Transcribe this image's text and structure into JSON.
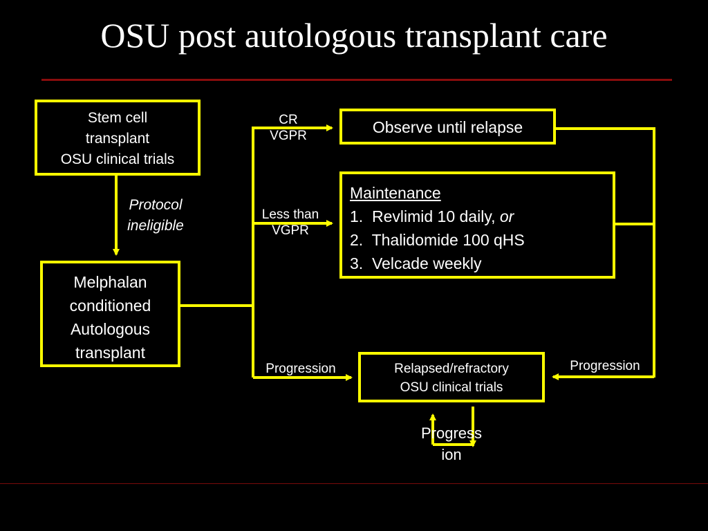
{
  "title": "OSU post autologous transplant care",
  "boxes": {
    "stem_cell": [
      "Stem cell",
      "transplant",
      "OSU clinical trials"
    ],
    "melphalan": [
      "Melphalan",
      "conditioned",
      "Autologous",
      "transplant"
    ],
    "observe": "Observe until relapse",
    "maintenance": {
      "heading": "Maintenance",
      "items": [
        {
          "num": "1.",
          "text": "Revlimid 10 daily, ",
          "italic": "or"
        },
        {
          "num": "2.",
          "text": "Thalidomide 100 qHS"
        },
        {
          "num": "3.",
          "text": "Velcade weekly"
        }
      ]
    },
    "relapsed": [
      "Relapsed/refractory",
      "OSU clinical trials"
    ]
  },
  "labels": {
    "protocol_ineligible": [
      "Protocol",
      "ineligible"
    ],
    "cr_vgpr": [
      "CR",
      "VGPR"
    ],
    "less_than_vgpr": [
      "Less than",
      "VGPR"
    ],
    "progression_left": "Progression",
    "progression_right": "Progression",
    "progression_bottom": [
      "Progress",
      "ion"
    ]
  },
  "colors": {
    "accent": "#ffff00",
    "rule": "#8a0d0d",
    "background": "#000000",
    "text": "#ffffff"
  }
}
